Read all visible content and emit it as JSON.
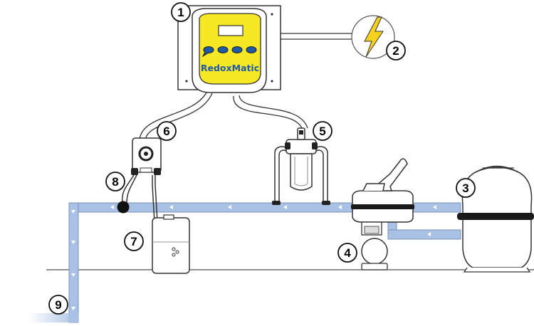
{
  "device": {
    "brand": "RedoxMatic",
    "button_count": 4
  },
  "callouts": [
    {
      "id": "1",
      "label": "1",
      "target": "controller"
    },
    {
      "id": "2",
      "label": "2",
      "target": "power-supply"
    },
    {
      "id": "3",
      "label": "3",
      "target": "sand-filter"
    },
    {
      "id": "4",
      "label": "4",
      "target": "circulation-pump"
    },
    {
      "id": "5",
      "label": "5",
      "target": "measuring-cell"
    },
    {
      "id": "6",
      "label": "6",
      "target": "dosing-pump"
    },
    {
      "id": "7",
      "label": "7",
      "target": "chemical-canister"
    },
    {
      "id": "8",
      "label": "8",
      "target": "injection-point"
    },
    {
      "id": "9",
      "label": "9",
      "target": "pool-return"
    }
  ],
  "colors": {
    "pipe_fill": "#a9c1e4",
    "pipe_outline": "#7b93b8",
    "device_yellow": "#f7e825",
    "brand_blue": "#1f5aa8",
    "lightning": "#f6d21f",
    "ground": "#555555"
  },
  "icons": {
    "power": "lightning-bolt-icon",
    "flow": "flow-arrow-icon"
  }
}
